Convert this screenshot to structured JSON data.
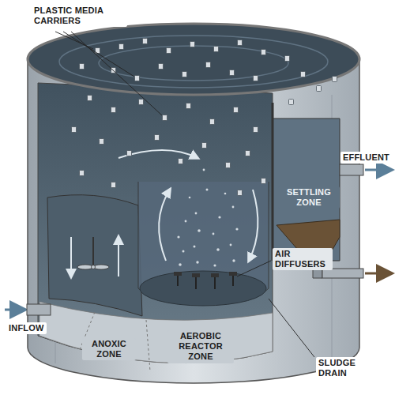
{
  "diagram": {
    "labels": [
      "PLASTIC MEDIA CARRIERS",
      "EFFLUENT",
      "SETTLING ZONE",
      "AIR DIFFUSERS",
      "INFLOW",
      "ANOXIC ZONE",
      "AEROBIC REACTOR ZONE",
      "SLUDGE DRAIN"
    ]
  }
}
